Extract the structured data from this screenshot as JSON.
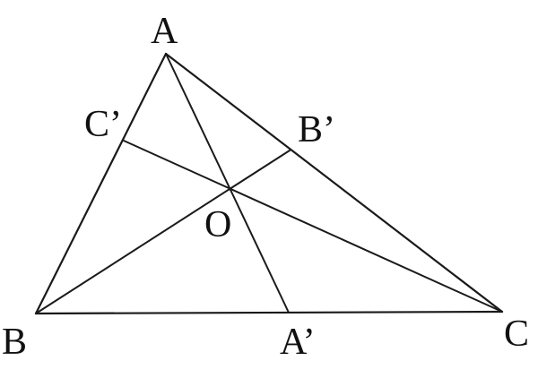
{
  "diagram": {
    "vertices": {
      "A": "A",
      "B": "B",
      "C": "C"
    },
    "feet": {
      "A_prime": "A’",
      "B_prime": "B’",
      "C_prime": "C’"
    },
    "center": "O"
  },
  "colors": {
    "stroke": "#1a1a1a",
    "text": "#111111",
    "background": "#ffffff"
  }
}
